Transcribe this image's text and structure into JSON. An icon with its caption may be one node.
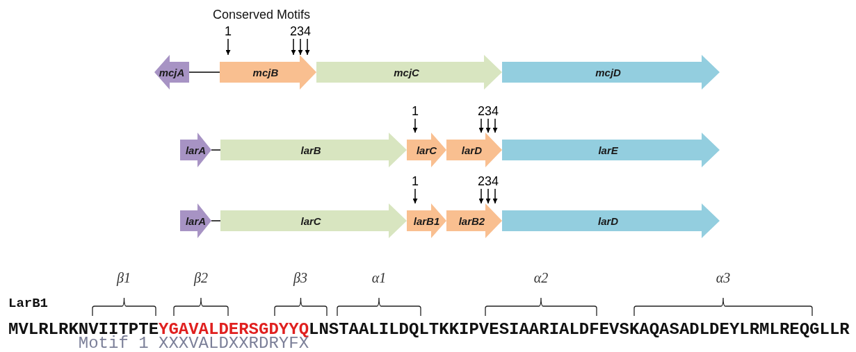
{
  "diagram": {
    "nodes": [
      {
        "text": [
          "1"
        ]
      },
      {
        "text": [
          "2"
        ]
      },
      {
        "text": [
          "3"
        ]
      },
      {
        "text": [
          "4"
        ]
      },
      {
        "text": [
          "mcjA"
        ]
      },
      {
        "text": [
          "mcjB"
        ]
      },
      {
        "text": [
          "mcjC"
        ]
      },
      {
        "text": [
          "mcjD"
        ]
      },
      {
        "text": [
          "1"
        ]
      },
      {
        "text": [
          "2"
        ]
      },
      {
        "text": [
          "3"
        ]
      },
      {
        "text": [
          "4"
        ]
      },
      {
        "text": [
          "larA"
        ]
      },
      {
        "text": [
          "larB"
        ]
      },
      {
        "text": [
          "larC"
        ]
      },
      {
        "text": [
          "larD"
        ]
      },
      {
        "text": [
          "larE"
        ]
      },
      {
        "text": [
          "1"
        ]
      },
      {
        "text": [
          "2"
        ]
      },
      {
        "text": [
          "3"
        ]
      },
      {
        "text": [
          "4"
        ]
      },
      {
        "text": [
          "larA"
        ]
      },
      {
        "text": [
          "larC"
        ]
      },
      {
        "text": [
          "larB1"
        ]
      },
      {
        "text": [
          "larB2"
        ]
      },
      {
        "text": [
          "larD"
        ]
      }
    ],
    "edges": [
      {
        "from": 0,
        "to": 5,
        "arrow": "to"
      },
      {
        "from": 1,
        "to": 5,
        "arrow": "to"
      },
      {
        "from": 2,
        "to": 5,
        "arrow": "to"
      },
      {
        "from": 3,
        "to": 5,
        "arrow": "to"
      },
      {
        "from": 4,
        "to": 5,
        "arrow": "none"
      },
      {
        "from": 8,
        "to": 14,
        "arrow": "to"
      },
      {
        "from": 9,
        "to": 15,
        "arrow": "to"
      },
      {
        "from": 10,
        "to": 15,
        "arrow": "to"
      },
      {
        "from": 11,
        "to": 15,
        "arrow": "to"
      },
      {
        "from": 12,
        "to": 13,
        "arrow": "none"
      },
      {
        "from": 17,
        "to": 23,
        "arrow": "to"
      },
      {
        "from": 18,
        "to": 24,
        "arrow": "to"
      },
      {
        "from": 19,
        "to": 24,
        "arrow": "to"
      },
      {
        "from": 20,
        "to": 24,
        "arrow": "to"
      },
      {
        "from": 21,
        "to": 22,
        "arrow": "none"
      }
    ],
    "labels": [
      "Conserved Motifs",
      "β1",
      "β2",
      "β3",
      "α1",
      "α2",
      "α3",
      "LarB1",
      "MVLRLRKNVIITPTE",
      "YGAVALDERSGDYYQ",
      "LNSTAALILDQLTKKIPVESIAARIALDFEVSKAQASADLDEYLRMLREQGLLR",
      "Motif 1",
      "XXXVALDXXRDRYFX"
    ]
  }
}
